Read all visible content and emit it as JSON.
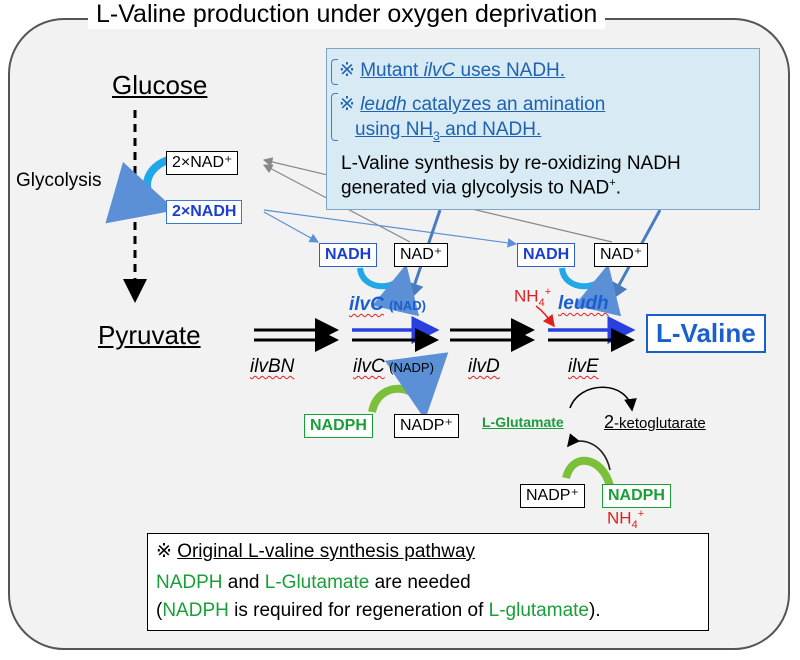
{
  "title": "L-Valine production under oxygen deprivation",
  "metabolites": {
    "glucose": "Glucose",
    "pyruvate": "Pyruvate",
    "glycolysis": "Glycolysis",
    "lvaline": "L-Valine",
    "lglutamate": "L-Glutamate",
    "ketoglutarate_num": "2",
    "ketoglutarate_name": "-ketoglutarate"
  },
  "cofactors": {
    "nad2x": "2×NAD⁺",
    "nadh2x": "2×NADH",
    "nadh": "NADH",
    "nad": "NAD⁺",
    "nadph": "NADPH",
    "nadp": "NADP⁺",
    "nh4_base": "NH",
    "nh4_sub": "4",
    "nh4_sup": "+"
  },
  "enzymes": {
    "ilvc_nad": "ilvC",
    "ilvc_nad_suffix": "(NAD)",
    "leudh": "leudh",
    "ilvbn": "ilvBN",
    "ilvc": "ilvC",
    "ilvc_nadp_suffix": "(NADP)",
    "ilvd": "ilvD",
    "ilve": "ilvE"
  },
  "note": {
    "mark": "※",
    "line1_pre": "Mutant ",
    "line1_gene": "ilvC",
    "line1_post": " uses NADH.",
    "line2_gene": "leudh",
    "line2_rest": " catalyzes an amination",
    "line3_pre": "using NH",
    "line3_sub": "3",
    "line3_post": " and NADH.",
    "line4": "L-Valine synthesis by re-oxidizing NADH",
    "line5": "generated via glycolysis to NAD",
    "line5_sup": "+",
    "line5_end": "."
  },
  "original": {
    "mark": "※",
    "heading": "Original L-valine synthesis pathway",
    "nadph": "NADPH",
    "and": " and ",
    "lglutamate": "L-Glutamate",
    "needed": " are needed",
    "paren_open": "(",
    "required": " is required for regeneration of ",
    "lglutamate_lc": "L-glutamate",
    "paren_close": ")."
  },
  "colors": {
    "nadh_blue": "#1a3fd0",
    "nadph_green": "#1a9e3a",
    "nh4_red": "#e02020",
    "note_bg": "#d8eaf4",
    "frame_bg": "#f2f2f2"
  }
}
